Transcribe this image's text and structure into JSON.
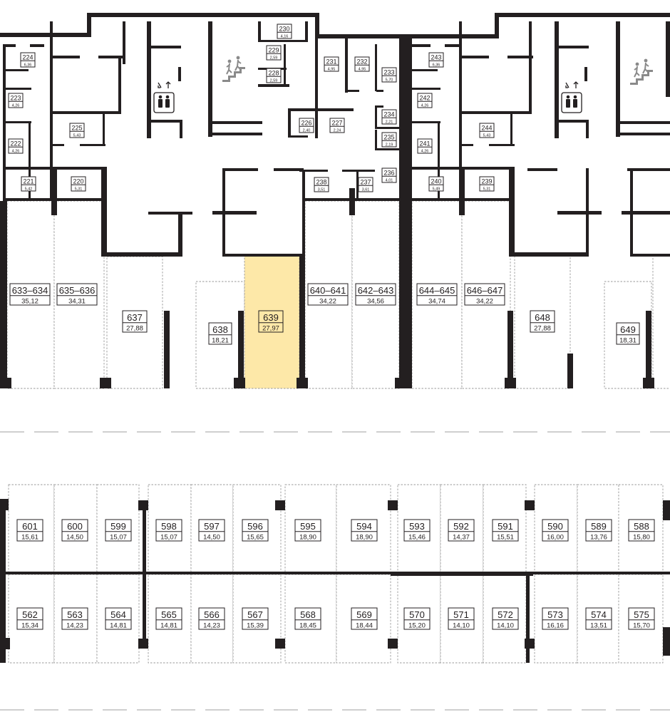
{
  "colors": {
    "wall": "#231f20",
    "selected": "#fde8a8",
    "slot_border": "#9a9a9a",
    "background": "#ffffff"
  },
  "icons": [
    "elevator-icon",
    "stairs-icon"
  ],
  "storage_units": [
    {
      "id": "224",
      "area": "6,36"
    },
    {
      "id": "223",
      "area": "4,26"
    },
    {
      "id": "222",
      "area": "4,26"
    },
    {
      "id": "221",
      "area": "5,42"
    },
    {
      "id": "220",
      "area": "5,31"
    },
    {
      "id": "225",
      "area": "5,43"
    },
    {
      "id": "230",
      "area": "4,16"
    },
    {
      "id": "229",
      "area": "2,59"
    },
    {
      "id": "228",
      "area": "2,59"
    },
    {
      "id": "231",
      "area": "4,95"
    },
    {
      "id": "232",
      "area": "4,95"
    },
    {
      "id": "233",
      "area": "5,70"
    },
    {
      "id": "226",
      "area": "2,40"
    },
    {
      "id": "227",
      "area": "2,24"
    },
    {
      "id": "234",
      "area": "2,21"
    },
    {
      "id": "235",
      "area": "2,19"
    },
    {
      "id": "236",
      "area": "4,01"
    },
    {
      "id": "238",
      "area": "3,51"
    },
    {
      "id": "237",
      "area": "3,61"
    },
    {
      "id": "243",
      "area": "6,36"
    },
    {
      "id": "242",
      "area": "4,26"
    },
    {
      "id": "241",
      "area": "4,26"
    },
    {
      "id": "240",
      "area": "5,49"
    },
    {
      "id": "239",
      "area": "5,31"
    },
    {
      "id": "244",
      "area": "5,43"
    }
  ],
  "parking_upper": [
    {
      "id": "633–634",
      "area": "35,12"
    },
    {
      "id": "635–636",
      "area": "34,31"
    },
    {
      "id": "637",
      "area": "27,88"
    },
    {
      "id": "638",
      "area": "18,21"
    },
    {
      "id": "639",
      "area": "27,97",
      "selected": true
    },
    {
      "id": "640–641",
      "area": "34,22"
    },
    {
      "id": "642–643",
      "area": "34,56"
    },
    {
      "id": "644–645",
      "area": "34,74"
    },
    {
      "id": "646–647",
      "area": "34,22"
    },
    {
      "id": "648",
      "area": "27,88"
    },
    {
      "id": "649",
      "area": "18,31"
    }
  ],
  "parking_row_top": [
    {
      "id": "601",
      "area": "15,61"
    },
    {
      "id": "600",
      "area": "14,50"
    },
    {
      "id": "599",
      "area": "15,07"
    },
    {
      "id": "598",
      "area": "15,07"
    },
    {
      "id": "597",
      "area": "14,50"
    },
    {
      "id": "596",
      "area": "15,65"
    },
    {
      "id": "595",
      "area": "18,90"
    },
    {
      "id": "594",
      "area": "18,90"
    },
    {
      "id": "593",
      "area": "15,46"
    },
    {
      "id": "592",
      "area": "14,37"
    },
    {
      "id": "591",
      "area": "15,51"
    },
    {
      "id": "590",
      "area": "16,00"
    },
    {
      "id": "589",
      "area": "13,76"
    },
    {
      "id": "588",
      "area": "15,80"
    }
  ],
  "parking_row_bottom": [
    {
      "id": "562",
      "area": "15,34"
    },
    {
      "id": "563",
      "area": "14,23"
    },
    {
      "id": "564",
      "area": "14,81"
    },
    {
      "id": "565",
      "area": "14,81"
    },
    {
      "id": "566",
      "area": "14,23"
    },
    {
      "id": "567",
      "area": "15,39"
    },
    {
      "id": "568",
      "area": "18,45"
    },
    {
      "id": "569",
      "area": "18,44"
    },
    {
      "id": "570",
      "area": "15,20"
    },
    {
      "id": "571",
      "area": "14,10"
    },
    {
      "id": "572",
      "area": "14,10"
    },
    {
      "id": "573",
      "area": "16,16"
    },
    {
      "id": "574",
      "area": "13,51"
    },
    {
      "id": "575",
      "area": "15,70"
    }
  ]
}
